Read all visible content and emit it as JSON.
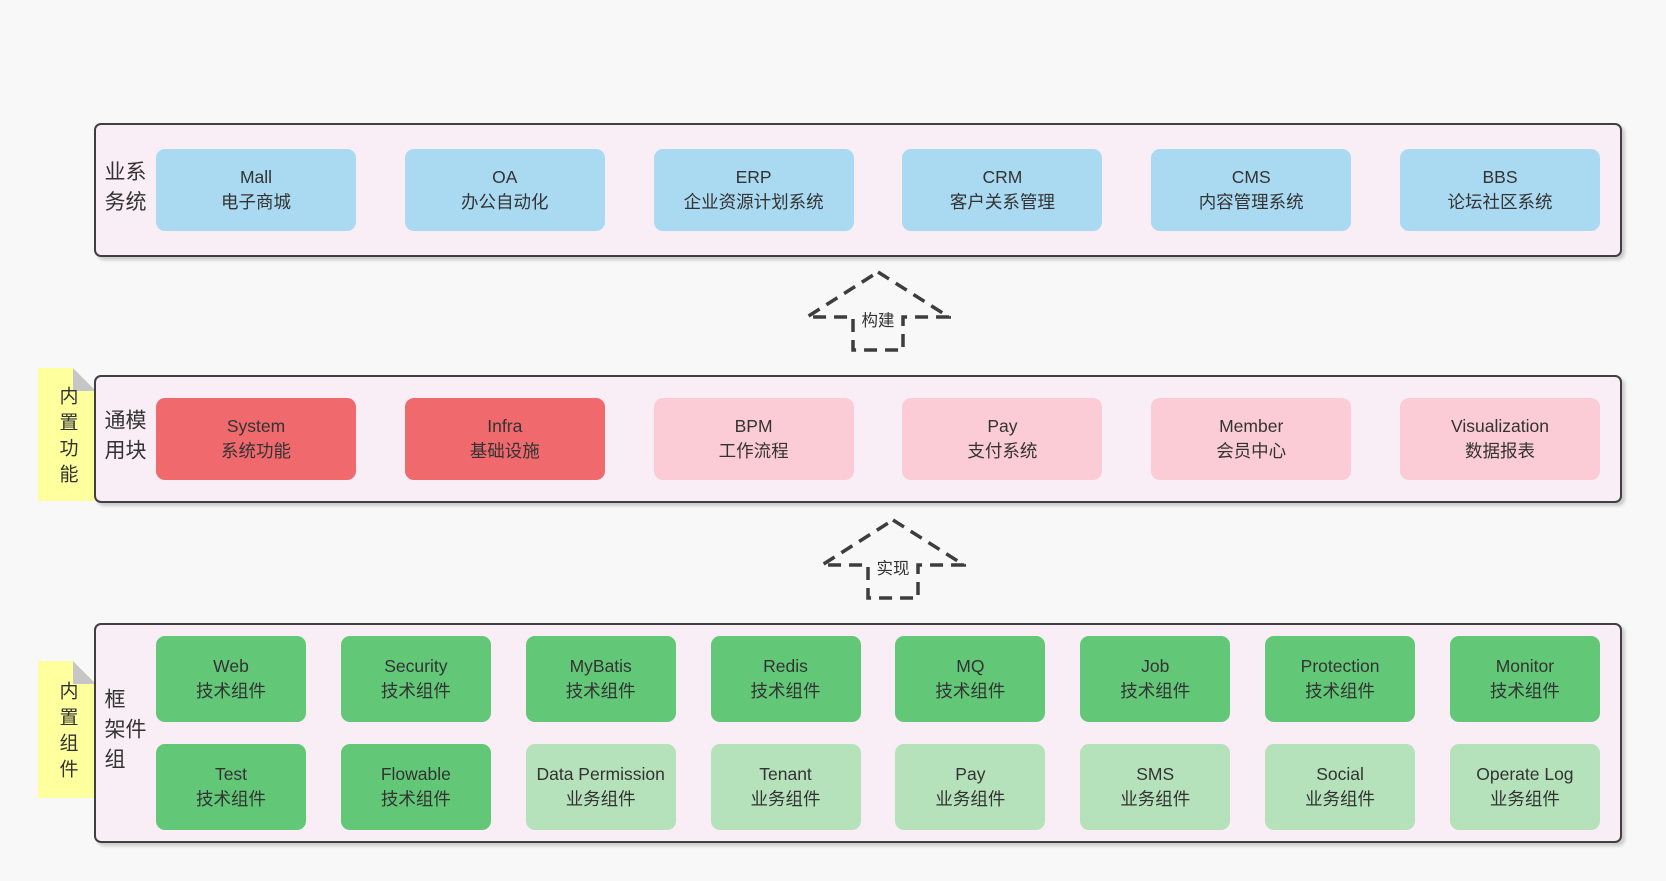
{
  "diagram": {
    "colors": {
      "page_bg": "#f8f8f8",
      "band_bg": "#f9eef6",
      "band_border": "#404040",
      "blue_box": "#aadaf2",
      "red_box": "#ef696d",
      "pink_box": "#fbccd5",
      "green_box": "#62c878",
      "light_green_box": "#b5e2ba",
      "sticky_yellow": "#feff9d",
      "sticky_fold_gray": "#c6c6c6",
      "text": "#333333"
    },
    "arrows": [
      {
        "label": "构建"
      },
      {
        "label": "实现"
      }
    ],
    "layers": [
      {
        "label": "业务系统",
        "boxes": [
          {
            "en": "Mall",
            "zh": "电子商城"
          },
          {
            "en": "OA",
            "zh": "办公自动化"
          },
          {
            "en": "ERP",
            "zh": "企业资源计划系统"
          },
          {
            "en": "CRM",
            "zh": "客户关系管理"
          },
          {
            "en": "CMS",
            "zh": "内容管理系统"
          },
          {
            "en": "BBS",
            "zh": "论坛社区系统"
          }
        ]
      },
      {
        "label": "通用模块",
        "sticky": "内置功能",
        "boxes": [
          {
            "en": "System",
            "zh": "系统功能"
          },
          {
            "en": "Infra",
            "zh": "基础设施"
          },
          {
            "en": "BPM",
            "zh": "工作流程"
          },
          {
            "en": "Pay",
            "zh": "支付系统"
          },
          {
            "en": "Member",
            "zh": "会员中心"
          },
          {
            "en": "Visualization",
            "zh": "数据报表"
          }
        ]
      },
      {
        "label": "框架组件",
        "sticky": "内置组件",
        "rows": [
          [
            {
              "en": "Web",
              "zh": "技术组件"
            },
            {
              "en": "Security",
              "zh": "技术组件"
            },
            {
              "en": "MyBatis",
              "zh": "技术组件"
            },
            {
              "en": "Redis",
              "zh": "技术组件"
            },
            {
              "en": "MQ",
              "zh": "技术组件"
            },
            {
              "en": "Job",
              "zh": "技术组件"
            },
            {
              "en": "Protection",
              "zh": "技术组件"
            },
            {
              "en": "Monitor",
              "zh": "技术组件"
            }
          ],
          [
            {
              "en": "Test",
              "zh": "技术组件"
            },
            {
              "en": "Flowable",
              "zh": "技术组件"
            },
            {
              "en": "Data Permission",
              "zh": "业务组件"
            },
            {
              "en": "Tenant",
              "zh": "业务组件"
            },
            {
              "en": "Pay",
              "zh": "业务组件"
            },
            {
              "en": "SMS",
              "zh": "业务组件"
            },
            {
              "en": "Social",
              "zh": "业务组件"
            },
            {
              "en": "Operate Log",
              "zh": "业务组件"
            }
          ]
        ]
      }
    ]
  }
}
